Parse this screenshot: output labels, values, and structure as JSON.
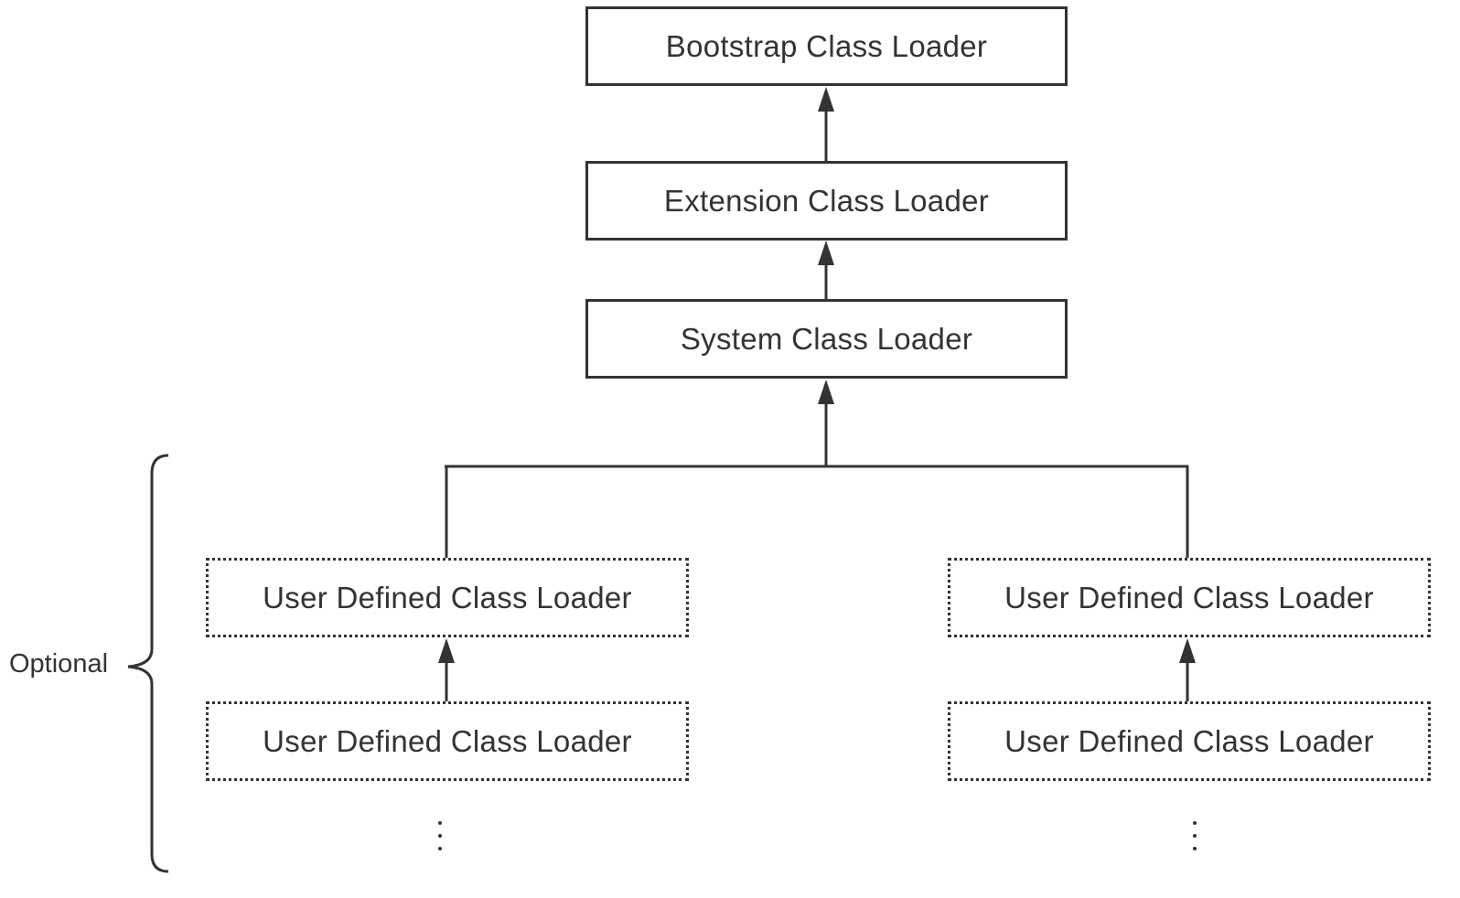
{
  "diagram": {
    "loaders": {
      "bootstrap": "Bootstrap Class Loader",
      "extension": "Extension Class Loader",
      "system": "System Class Loader",
      "user_left_1": "User Defined Class Loader",
      "user_left_2": "User Defined Class Loader",
      "user_right_1": "User Defined Class Loader",
      "user_right_2": "User Defined Class Loader"
    },
    "optional_label": "Optional",
    "colors": {
      "stroke": "#333333",
      "background": "#ffffff"
    }
  }
}
